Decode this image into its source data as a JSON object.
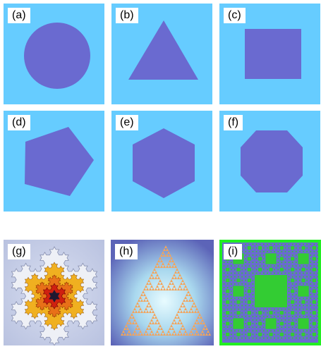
{
  "colors": {
    "panel_bg": "#66ccff",
    "shape_fill": "#6a6ad0"
  },
  "panels": [
    {
      "label": "(a)",
      "shape": "circle"
    },
    {
      "label": "(b)",
      "shape": "triangle"
    },
    {
      "label": "(c)",
      "shape": "square"
    },
    {
      "label": "(d)",
      "shape": "pentagon"
    },
    {
      "label": "(e)",
      "shape": "hexagon"
    },
    {
      "label": "(f)",
      "shape": "octagon"
    },
    {
      "label": "(g)",
      "shape": "koch-snowflake"
    },
    {
      "label": "(h)",
      "shape": "sierpinski-triangle"
    },
    {
      "label": "(i)",
      "shape": "sierpinski-carpet"
    }
  ]
}
